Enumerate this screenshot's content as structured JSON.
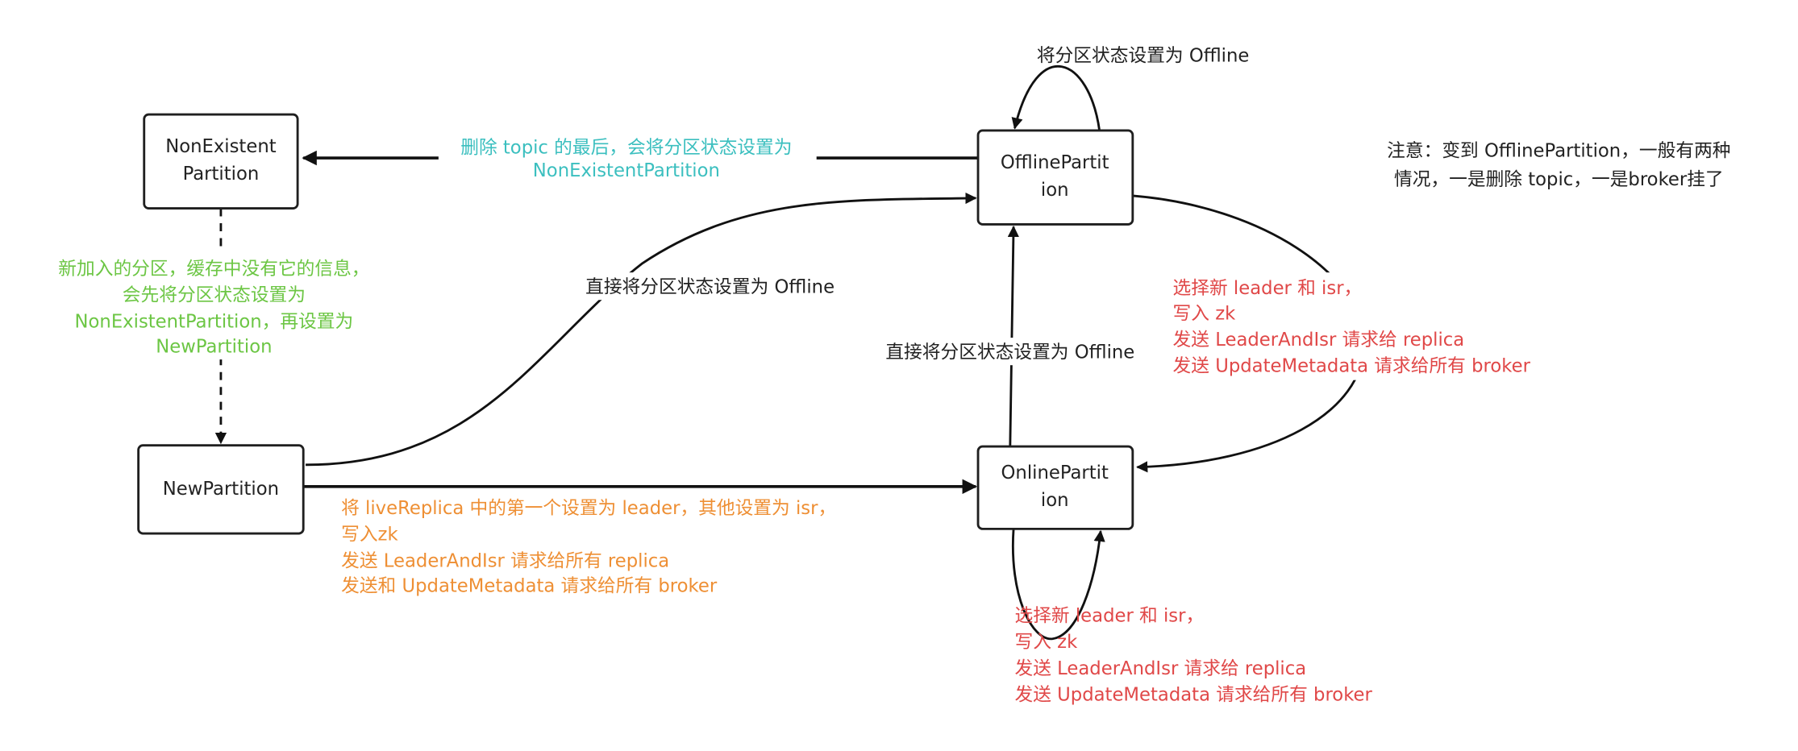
{
  "states": {
    "nonexistent": [
      "NonExistent",
      "Partition"
    ],
    "offline": [
      "OfflinePartit",
      "ion"
    ],
    "new": [
      "NewPartition"
    ],
    "online": [
      "OnlinePartit",
      "ion"
    ]
  },
  "edges": {
    "offline_to_nonexistent": [
      "删除 topic 的最后，会将分区状态设置为",
      "NonExistentPartition"
    ],
    "nonexistent_to_new": [
      "新加入的分区，缓存中没有它的信息，",
      "会先将分区状态设置为",
      "NonExistentPartition，再设置为",
      "NewPartition"
    ],
    "offline_self": [
      "将分区状态设置为 Offline"
    ],
    "new_to_offline": [
      "直接将分区状态设置为 Offline"
    ],
    "online_to_offline": [
      "直接将分区状态设置为 Offline"
    ],
    "offline_to_online": [
      "选择新 leader 和 isr，",
      "写入 zk",
      "发送 LeaderAndIsr 请求给 replica",
      "发送 UpdateMetadata 请求给所有 broker"
    ],
    "new_to_online": [
      "将 liveReplica 中的第一个设置为 leader，其他设置为 isr，",
      "写入zk",
      "发送 LeaderAndIsr 请求给所有 replica",
      "发送和 UpdateMetadata 请求给所有 broker"
    ],
    "online_self": [
      "选择新 leader 和 isr，",
      "写入 zk",
      "发送 LeaderAndIsr 请求给 replica",
      "发送 UpdateMetadata 请求给所有 broker"
    ]
  },
  "note": [
    "注意：变到 OfflinePartition，一般有两种",
    "情况，一是删除 topic，一是broker挂了"
  ],
  "colors": {
    "cyan": "#3bbfbf",
    "green": "#6cc644",
    "red": "#e04848",
    "orange": "#ee8f34",
    "text": "#222222"
  }
}
